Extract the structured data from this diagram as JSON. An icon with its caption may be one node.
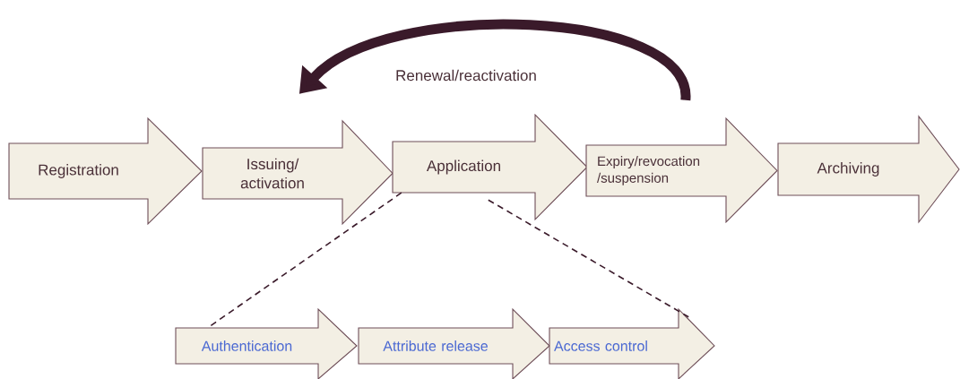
{
  "diagram": {
    "nodes": [
      {
        "text": [
          "Registration"
        ]
      },
      {
        "text": [
          "Issuing/ activation"
        ]
      },
      {
        "text": [
          "Application"
        ]
      },
      {
        "text": [
          "Expiry/revocation /suspension"
        ]
      },
      {
        "text": [
          "Archiving"
        ]
      },
      {
        "text": [
          "Authentication"
        ]
      },
      {
        "text": [
          "Attribute release"
        ]
      },
      {
        "text": [
          "Access control"
        ]
      }
    ],
    "edges": [
      {
        "from": 3,
        "to": 1,
        "arrow": "to",
        "label": "Renewal/reactivation",
        "style": "thick"
      },
      {
        "from": 2,
        "to": 5,
        "arrow": "none",
        "style": "dashed"
      },
      {
        "from": 2,
        "to": 7,
        "arrow": "none",
        "style": "dashed"
      }
    ]
  }
}
